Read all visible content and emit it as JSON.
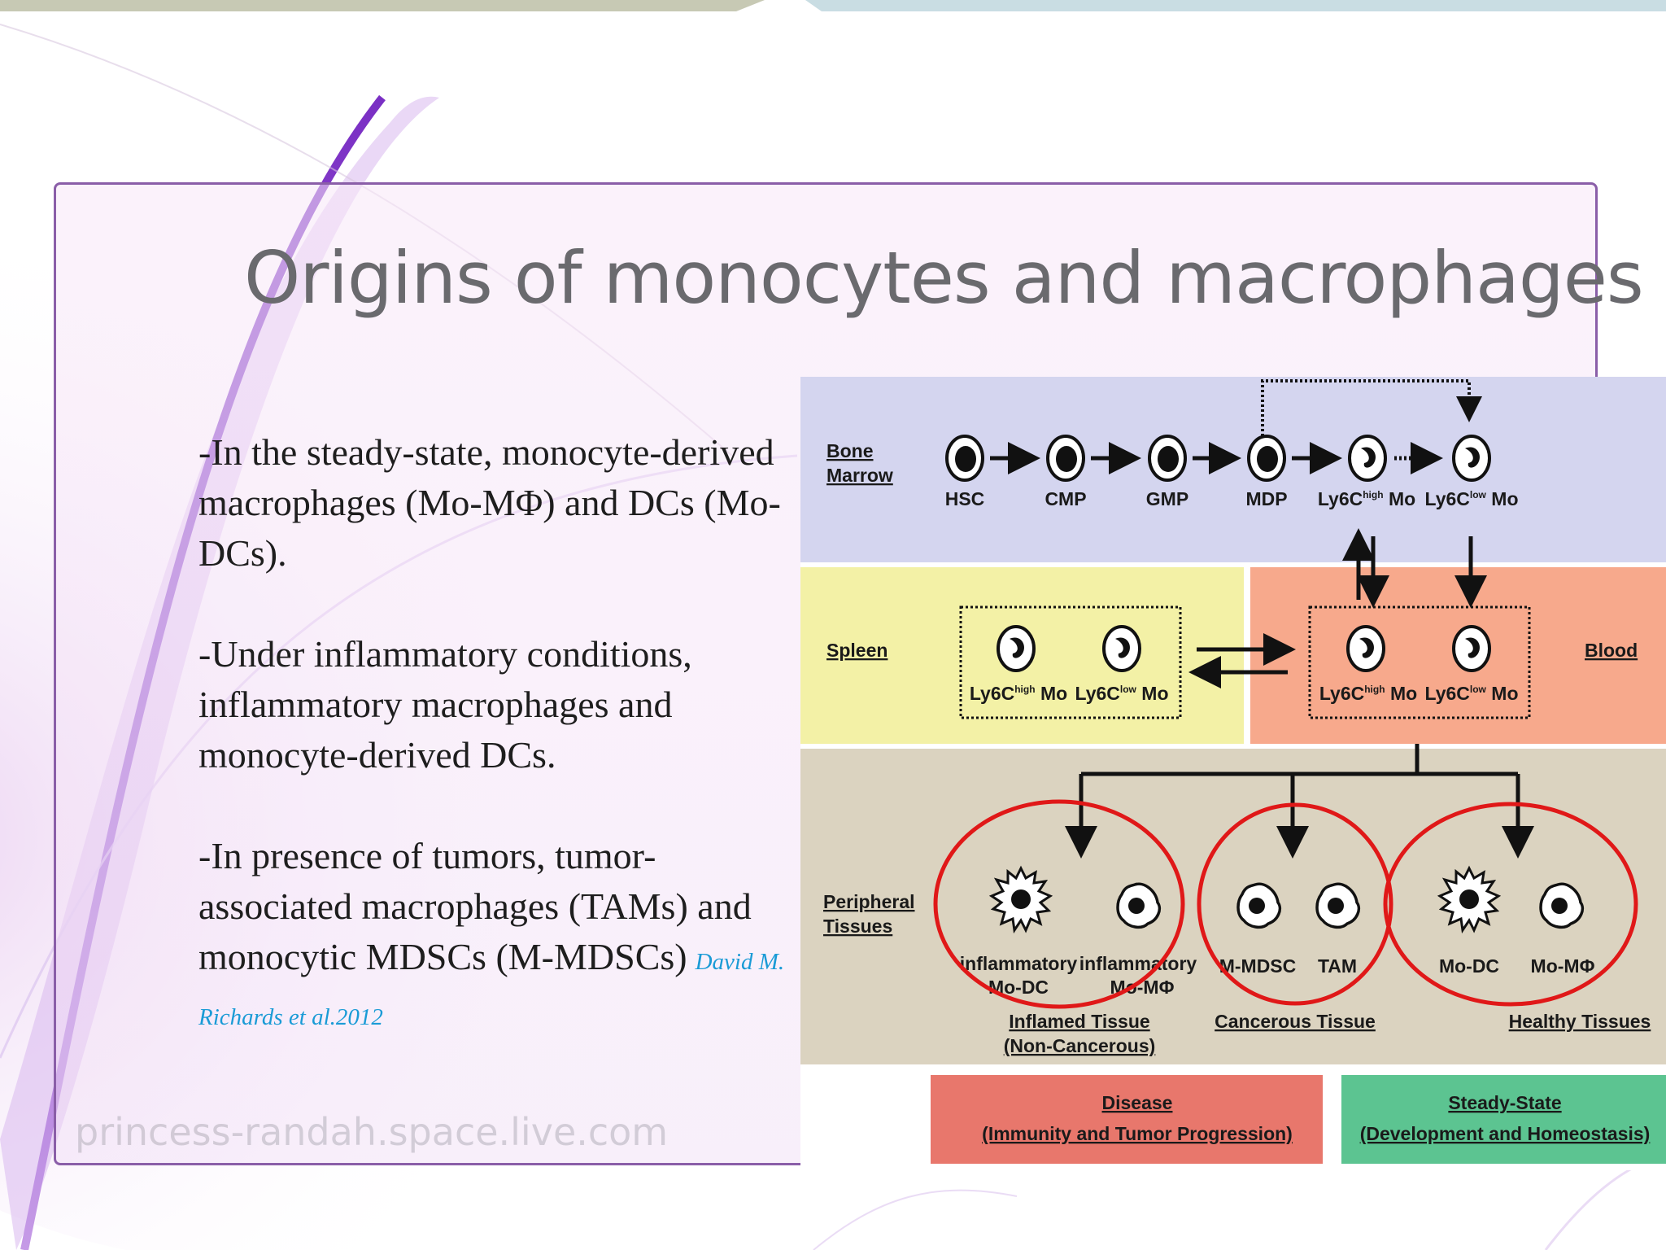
{
  "slide": {
    "title": "Origins of monocytes and macrophages",
    "watermark": "princess-randah.space.live.com",
    "bullets": [
      "-In the steady-state, monocyte-derived macrophages (Mo-MΦ) and DCs (Mo-DCs).",
      "-Under inflammatory conditions, inflammatory macrophages and monocyte-derived DCs.",
      "-In presence of tumors, tumor-associated macrophages (TAMs) and monocytic MDSCs (M-MDSCs)"
    ],
    "citation": "David M. Richards  et al.2012"
  },
  "diagram": {
    "sections": {
      "bone_marrow": [
        "Bone",
        "Marrow"
      ],
      "spleen": "Spleen",
      "blood": "Blood",
      "peripheral": [
        "Peripheral",
        "Tissues"
      ]
    },
    "bm_cells": [
      "HSC",
      "CMP",
      "GMP",
      "MDP",
      "Ly6C",
      "Ly6C"
    ],
    "bm_cell_sup": [
      "",
      "",
      "",
      "",
      "high",
      "low"
    ],
    "mo": "Mo",
    "ly6c": "Ly6C",
    "high": "high",
    "low": "low",
    "tissue_cells": {
      "inflammatory_modc": [
        "inflammatory",
        "Mo-DC"
      ],
      "inflammatory_mompf": [
        "inflammatory",
        "Mo-MΦ"
      ],
      "mmdsc": "M-MDSC",
      "tam": "TAM",
      "modc": "Mo-DC",
      "mompf": "Mo-MΦ"
    },
    "tissue_labels": {
      "inflamed": [
        "Inflamed Tissue",
        "(Non-Cancerous)"
      ],
      "cancerous": "Cancerous Tissue",
      "healthy": "Healthy Tissues"
    },
    "bottom_boxes": {
      "disease": [
        "Disease",
        "(Immunity and Tumor Progression)"
      ],
      "steady": [
        "Steady-State",
        "(Development and Homeostasis)"
      ]
    },
    "colors": {
      "bone_marrow": "#d4d5ef",
      "spleen": "#f3f1a6",
      "blood": "#f7a98c",
      "peripheral": "#dbd3c0",
      "disease": "#e8776c",
      "steady": "#5cc491",
      "highlight_circle": "#e01818"
    }
  }
}
